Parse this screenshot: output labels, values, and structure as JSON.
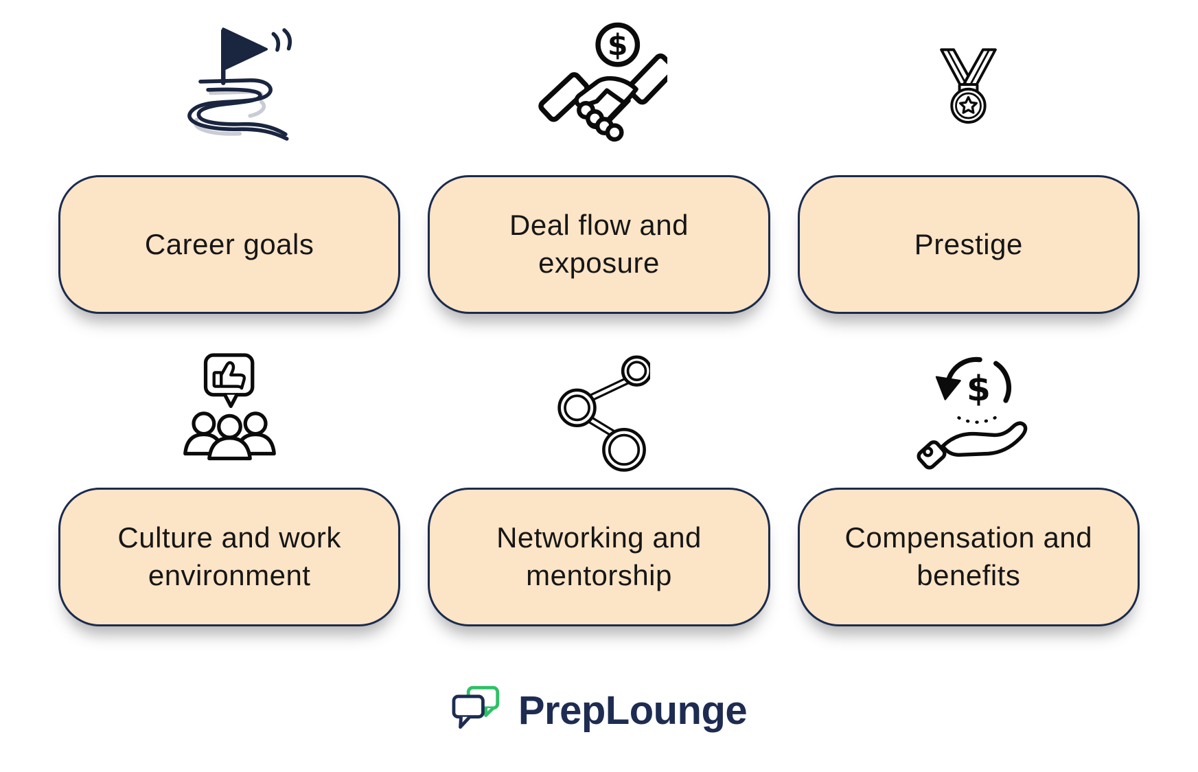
{
  "colors": {
    "card_fill": "#FCE4C6",
    "card_border": "#1B2B4D",
    "text_dark": "#161616",
    "icon_black": "#0B0B0B",
    "icon_navy": "#1A2540",
    "logo_green": "#2EC167",
    "logo_navy": "#1E2C52",
    "page_bg": "#FFFFFF"
  },
  "cards": [
    {
      "id": "career-goals",
      "label": "Career goals",
      "icon": "winding-road-flag-icon"
    },
    {
      "id": "deal-flow",
      "label": "Deal flow and\nexposure",
      "icon": "handshake-dollar-icon"
    },
    {
      "id": "prestige",
      "label": "Prestige",
      "icon": "medal-star-icon"
    },
    {
      "id": "culture",
      "label": "Culture and work\nenvironment",
      "icon": "team-thumbs-up-icon"
    },
    {
      "id": "networking",
      "label": "Networking and\nmentorship",
      "icon": "share-network-icon"
    },
    {
      "id": "compensation",
      "label": "Compensation and\nbenefits",
      "icon": "hand-money-cycle-icon"
    }
  ],
  "footer": {
    "logo_text": "PrepLounge",
    "logo_icon": "chat-bubbles-icon"
  }
}
